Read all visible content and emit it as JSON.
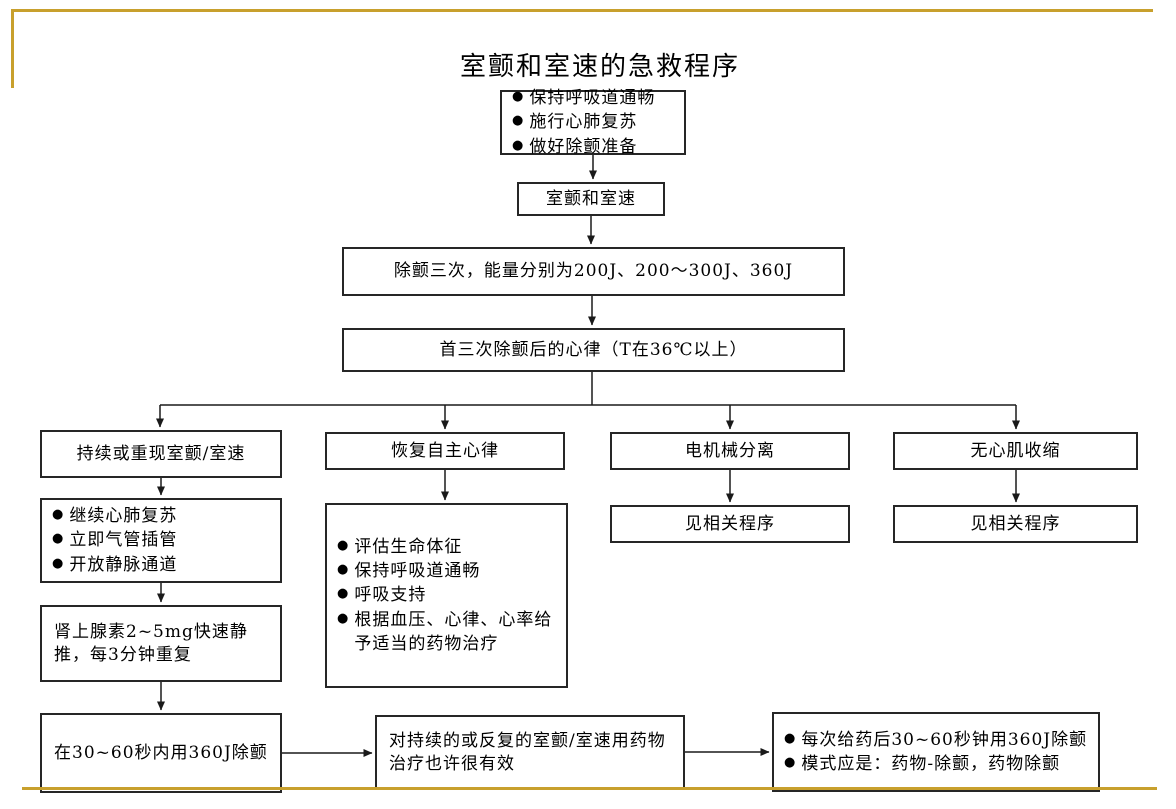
{
  "ui": {
    "bullet_char": "●",
    "accent_gold": "#C8A02D",
    "line_black": "#1a1a1a"
  },
  "title": "室颤和室速的急救程序",
  "flow": {
    "prep": {
      "items": [
        "保持呼吸道通畅",
        "施行心肺复苏",
        "做好除颤准备"
      ]
    },
    "vf_vt": {
      "label": "室颤和室速"
    },
    "defib_three": {
      "label": "除颤三次，能量分别为200J、200～300J、360J"
    },
    "rhythm_check": {
      "label": "首三次除颤后的心律（T在36℃以上）"
    },
    "branch_persistent": {
      "label": "持续或重现室颤/室速"
    },
    "branch_recovered": {
      "label": "恢复自主心律"
    },
    "branch_em_dissociation": {
      "label": "电机械分离"
    },
    "branch_asystole": {
      "label": "无心肌收缩"
    },
    "persistent_actions": {
      "items": [
        "继续心肺复苏",
        "立即气管插管",
        "开放静脉通道"
      ]
    },
    "epinephrine": {
      "label": "肾上腺素2~5mg快速静推，每3分钟重复"
    },
    "shock_360": {
      "label": "在30~60秒内用360J除颤"
    },
    "recovered_actions": {
      "items": [
        "评估生命体征",
        "保持呼吸道通畅",
        "呼吸支持",
        "根据血压、心律、心率给予适当的药物治疗"
      ]
    },
    "em_related": {
      "label": "见相关程序"
    },
    "asystole_related": {
      "label": "见相关程序"
    },
    "drug_therapy": {
      "label": "对持续的或反复的室颤/室速用药物治疗也许很有效"
    },
    "drug_shock_pattern": {
      "items": [
        "每次给药后30~60秒钟用360J除颤",
        "模式应是：药物-除颤，药物除颤"
      ]
    }
  }
}
